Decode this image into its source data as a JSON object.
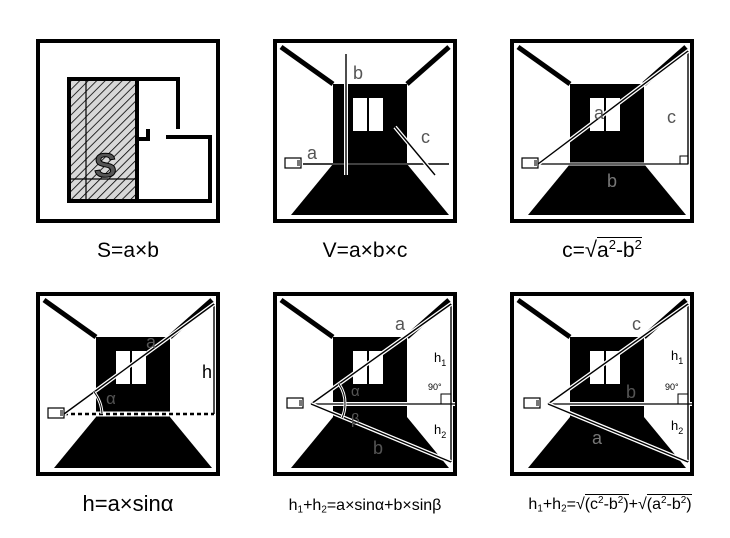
{
  "panels": [
    {
      "labels": {
        "s": "S"
      },
      "formula": {
        "full": "S=a×b"
      }
    },
    {
      "labels": {
        "a": "a",
        "b": "b",
        "c": "c"
      },
      "formula": {
        "full": "V=a×b×c"
      }
    },
    {
      "labels": {
        "a": "a",
        "b": "b",
        "c": "c"
      },
      "formula": {
        "pre": "c=",
        "radical": "√",
        "v1": "a",
        "e1": "2",
        "mid": "-b",
        "e2": "2"
      }
    },
    {
      "labels": {
        "a": "a",
        "h": "h",
        "alpha": "α"
      },
      "formula": {
        "full": "h=a×sinα"
      }
    },
    {
      "labels": {
        "a": "a",
        "b": "b",
        "h1": "h",
        "h1sub": "1",
        "h2": "h",
        "h2sub": "2",
        "alpha": "α",
        "beta": "β",
        "deg": "90°"
      },
      "formula": {
        "h": "h",
        "s1": "1",
        "plus": "+h",
        "s2": "2",
        "rest": "=a×sinα+b×sinβ"
      }
    },
    {
      "labels": {
        "a": "a",
        "b": "b",
        "c": "c",
        "h1": "h",
        "h1sub": "1",
        "h2": "h",
        "h2sub": "2",
        "deg": "90°"
      },
      "formula": {
        "h": "h",
        "s1": "1",
        "plus": "+h",
        "s2": "2",
        "eq": "=",
        "rad1": "√",
        "r1": "(c",
        "e1": "2",
        "r1b": "-b",
        "e2": "2",
        "r1c": ")",
        "join": "+",
        "rad2": "√",
        "r2": "(a",
        "e3": "2",
        "r2b": "-b",
        "e4": "2",
        "r2c": ")"
      }
    }
  ]
}
